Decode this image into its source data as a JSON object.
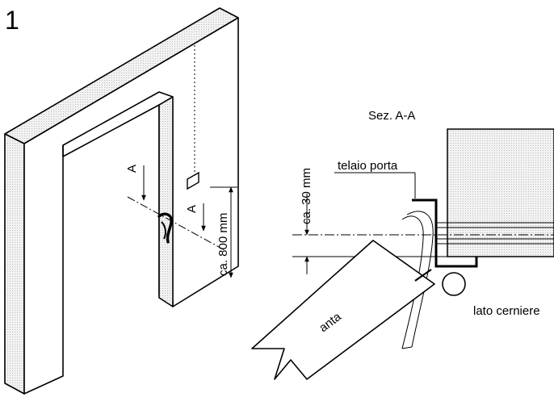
{
  "figure_number": "1",
  "left_view": {
    "section_marker_1": "A",
    "section_marker_2": "A",
    "height_dimension": "ca. 800 mm"
  },
  "right_view": {
    "section_title": "Sez. A-A",
    "frame_label": "telaio porta",
    "offset_dimension": "ca. 30 mm",
    "door_leaf_label": "anta",
    "hinge_side_label": "lato cerniere"
  },
  "colors": {
    "ink": "#000000",
    "wall_shading": "#e6e6e6",
    "paper": "#ffffff"
  }
}
